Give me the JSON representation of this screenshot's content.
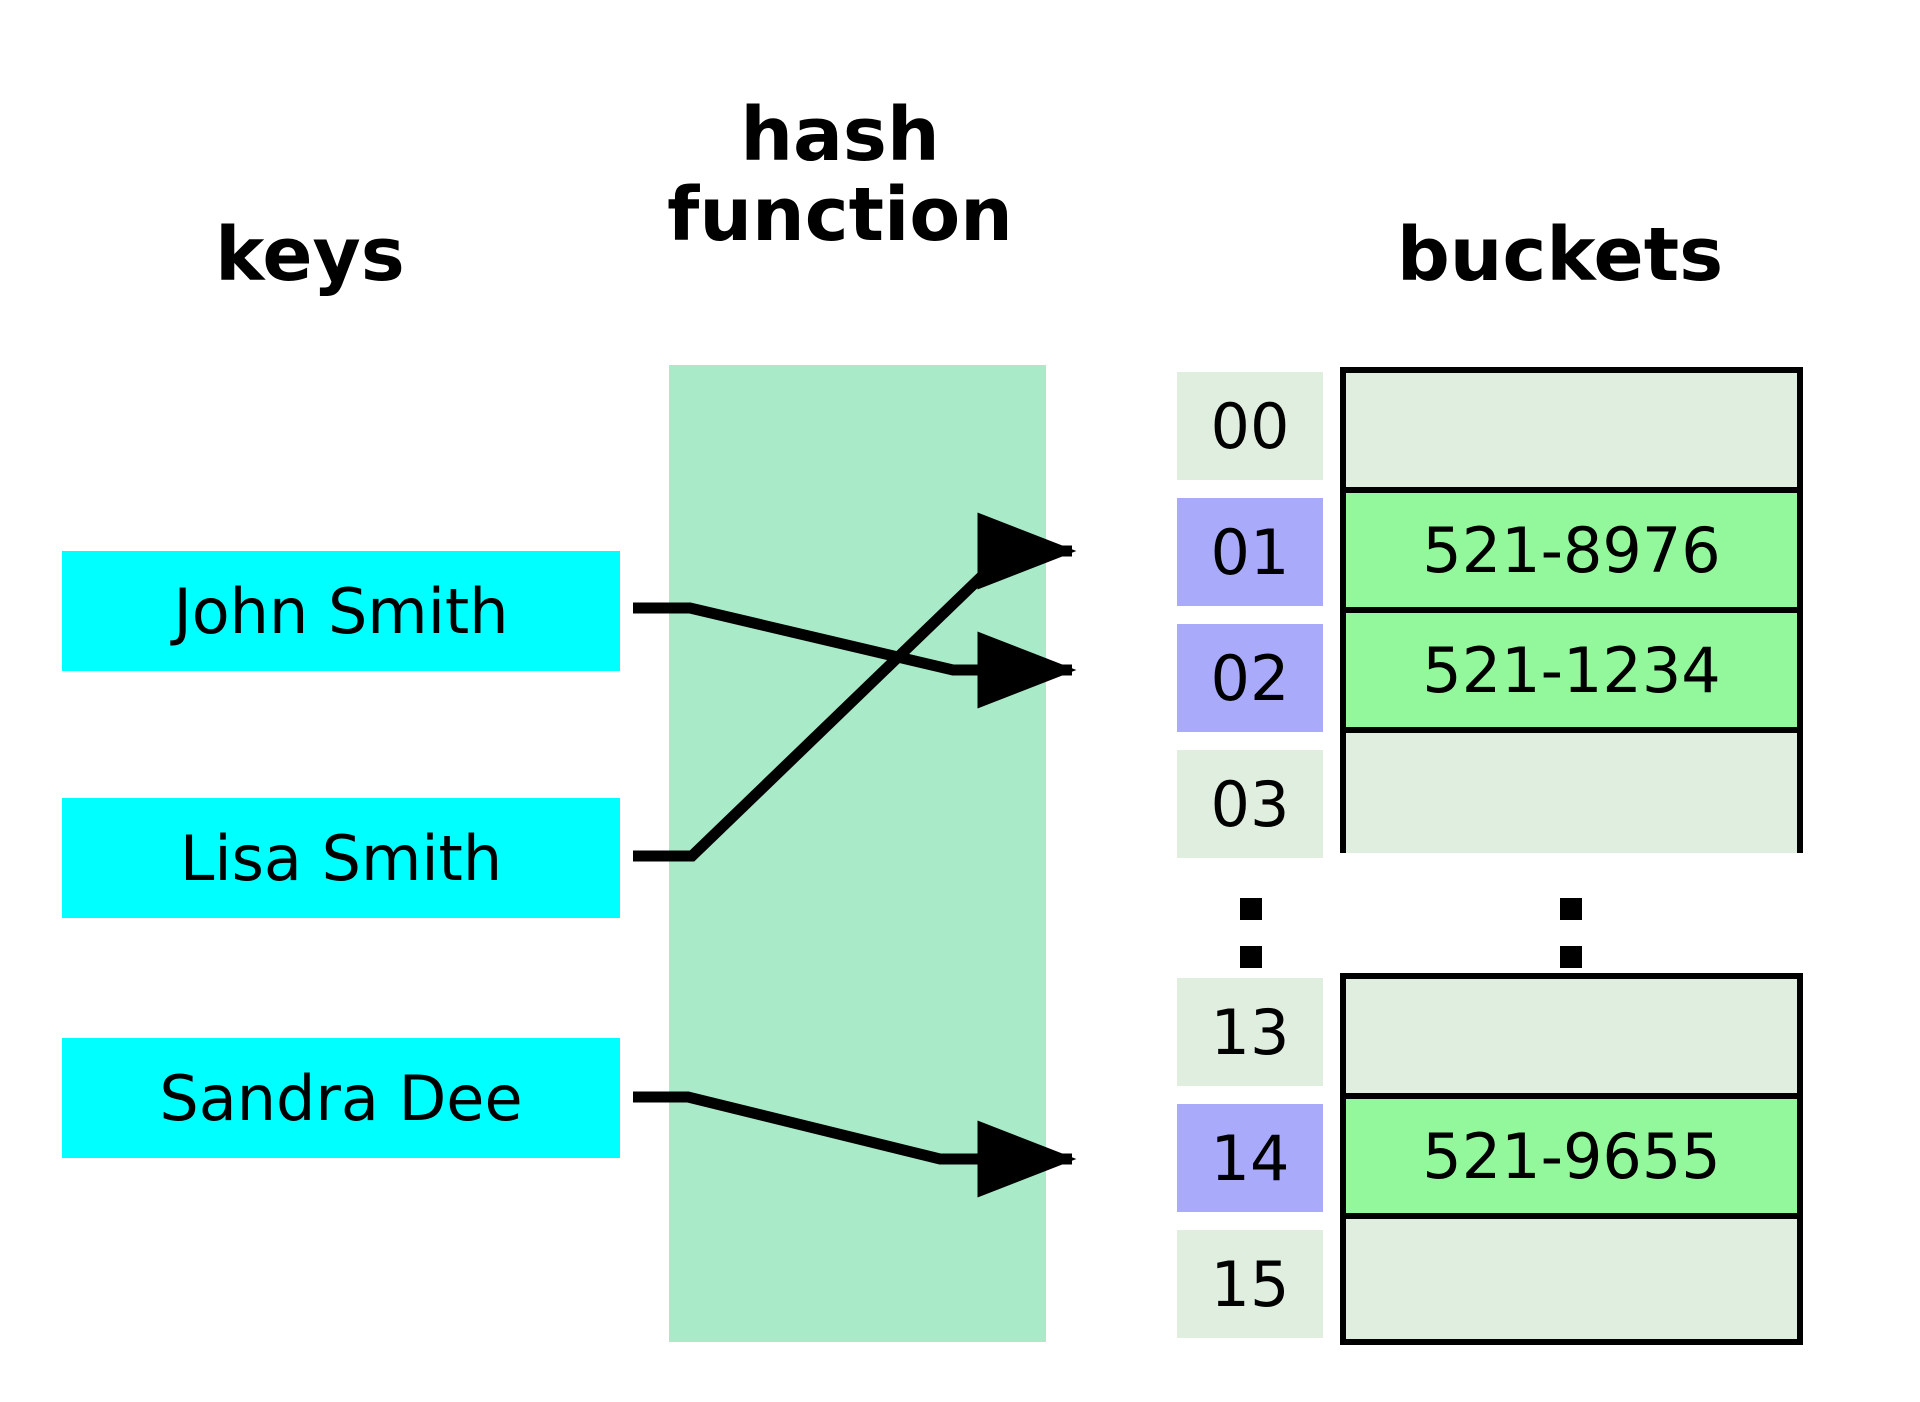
{
  "headings": {
    "keys": "keys",
    "hash_function": "hash\nfunction",
    "buckets": "buckets"
  },
  "keys": [
    {
      "label": "John Smith",
      "maps_to_index": "02"
    },
    {
      "label": "Lisa Smith",
      "maps_to_index": "01"
    },
    {
      "label": "Sandra Dee",
      "maps_to_index": "14"
    }
  ],
  "index_column_top": [
    {
      "index": "00",
      "filled": false
    },
    {
      "index": "01",
      "filled": true
    },
    {
      "index": "02",
      "filled": true
    },
    {
      "index": "03",
      "filled": false
    }
  ],
  "index_column_bottom": [
    {
      "index": "13",
      "filled": false
    },
    {
      "index": "14",
      "filled": true
    },
    {
      "index": "15",
      "filled": false
    }
  ],
  "buckets_top": [
    {
      "value": "",
      "filled": false
    },
    {
      "value": "521-8976",
      "filled": true
    },
    {
      "value": "521-1234",
      "filled": true
    },
    {
      "value": "",
      "filled": false
    }
  ],
  "buckets_bottom": [
    {
      "value": "",
      "filled": false
    },
    {
      "value": "521-9655",
      "filled": true
    },
    {
      "value": "",
      "filled": false
    }
  ],
  "ellipsis": {
    "index_column": ":",
    "buckets_column": ":"
  },
  "colors": {
    "key_box": "#00ffff",
    "hash_band": "#a9ebc9",
    "index_empty": "#dfeede",
    "index_filled": "#aaaafa",
    "bucket_empty": "#dfeede",
    "bucket_filled": "#93f79b",
    "stroke": "#000000",
    "background": "#ffffff"
  }
}
